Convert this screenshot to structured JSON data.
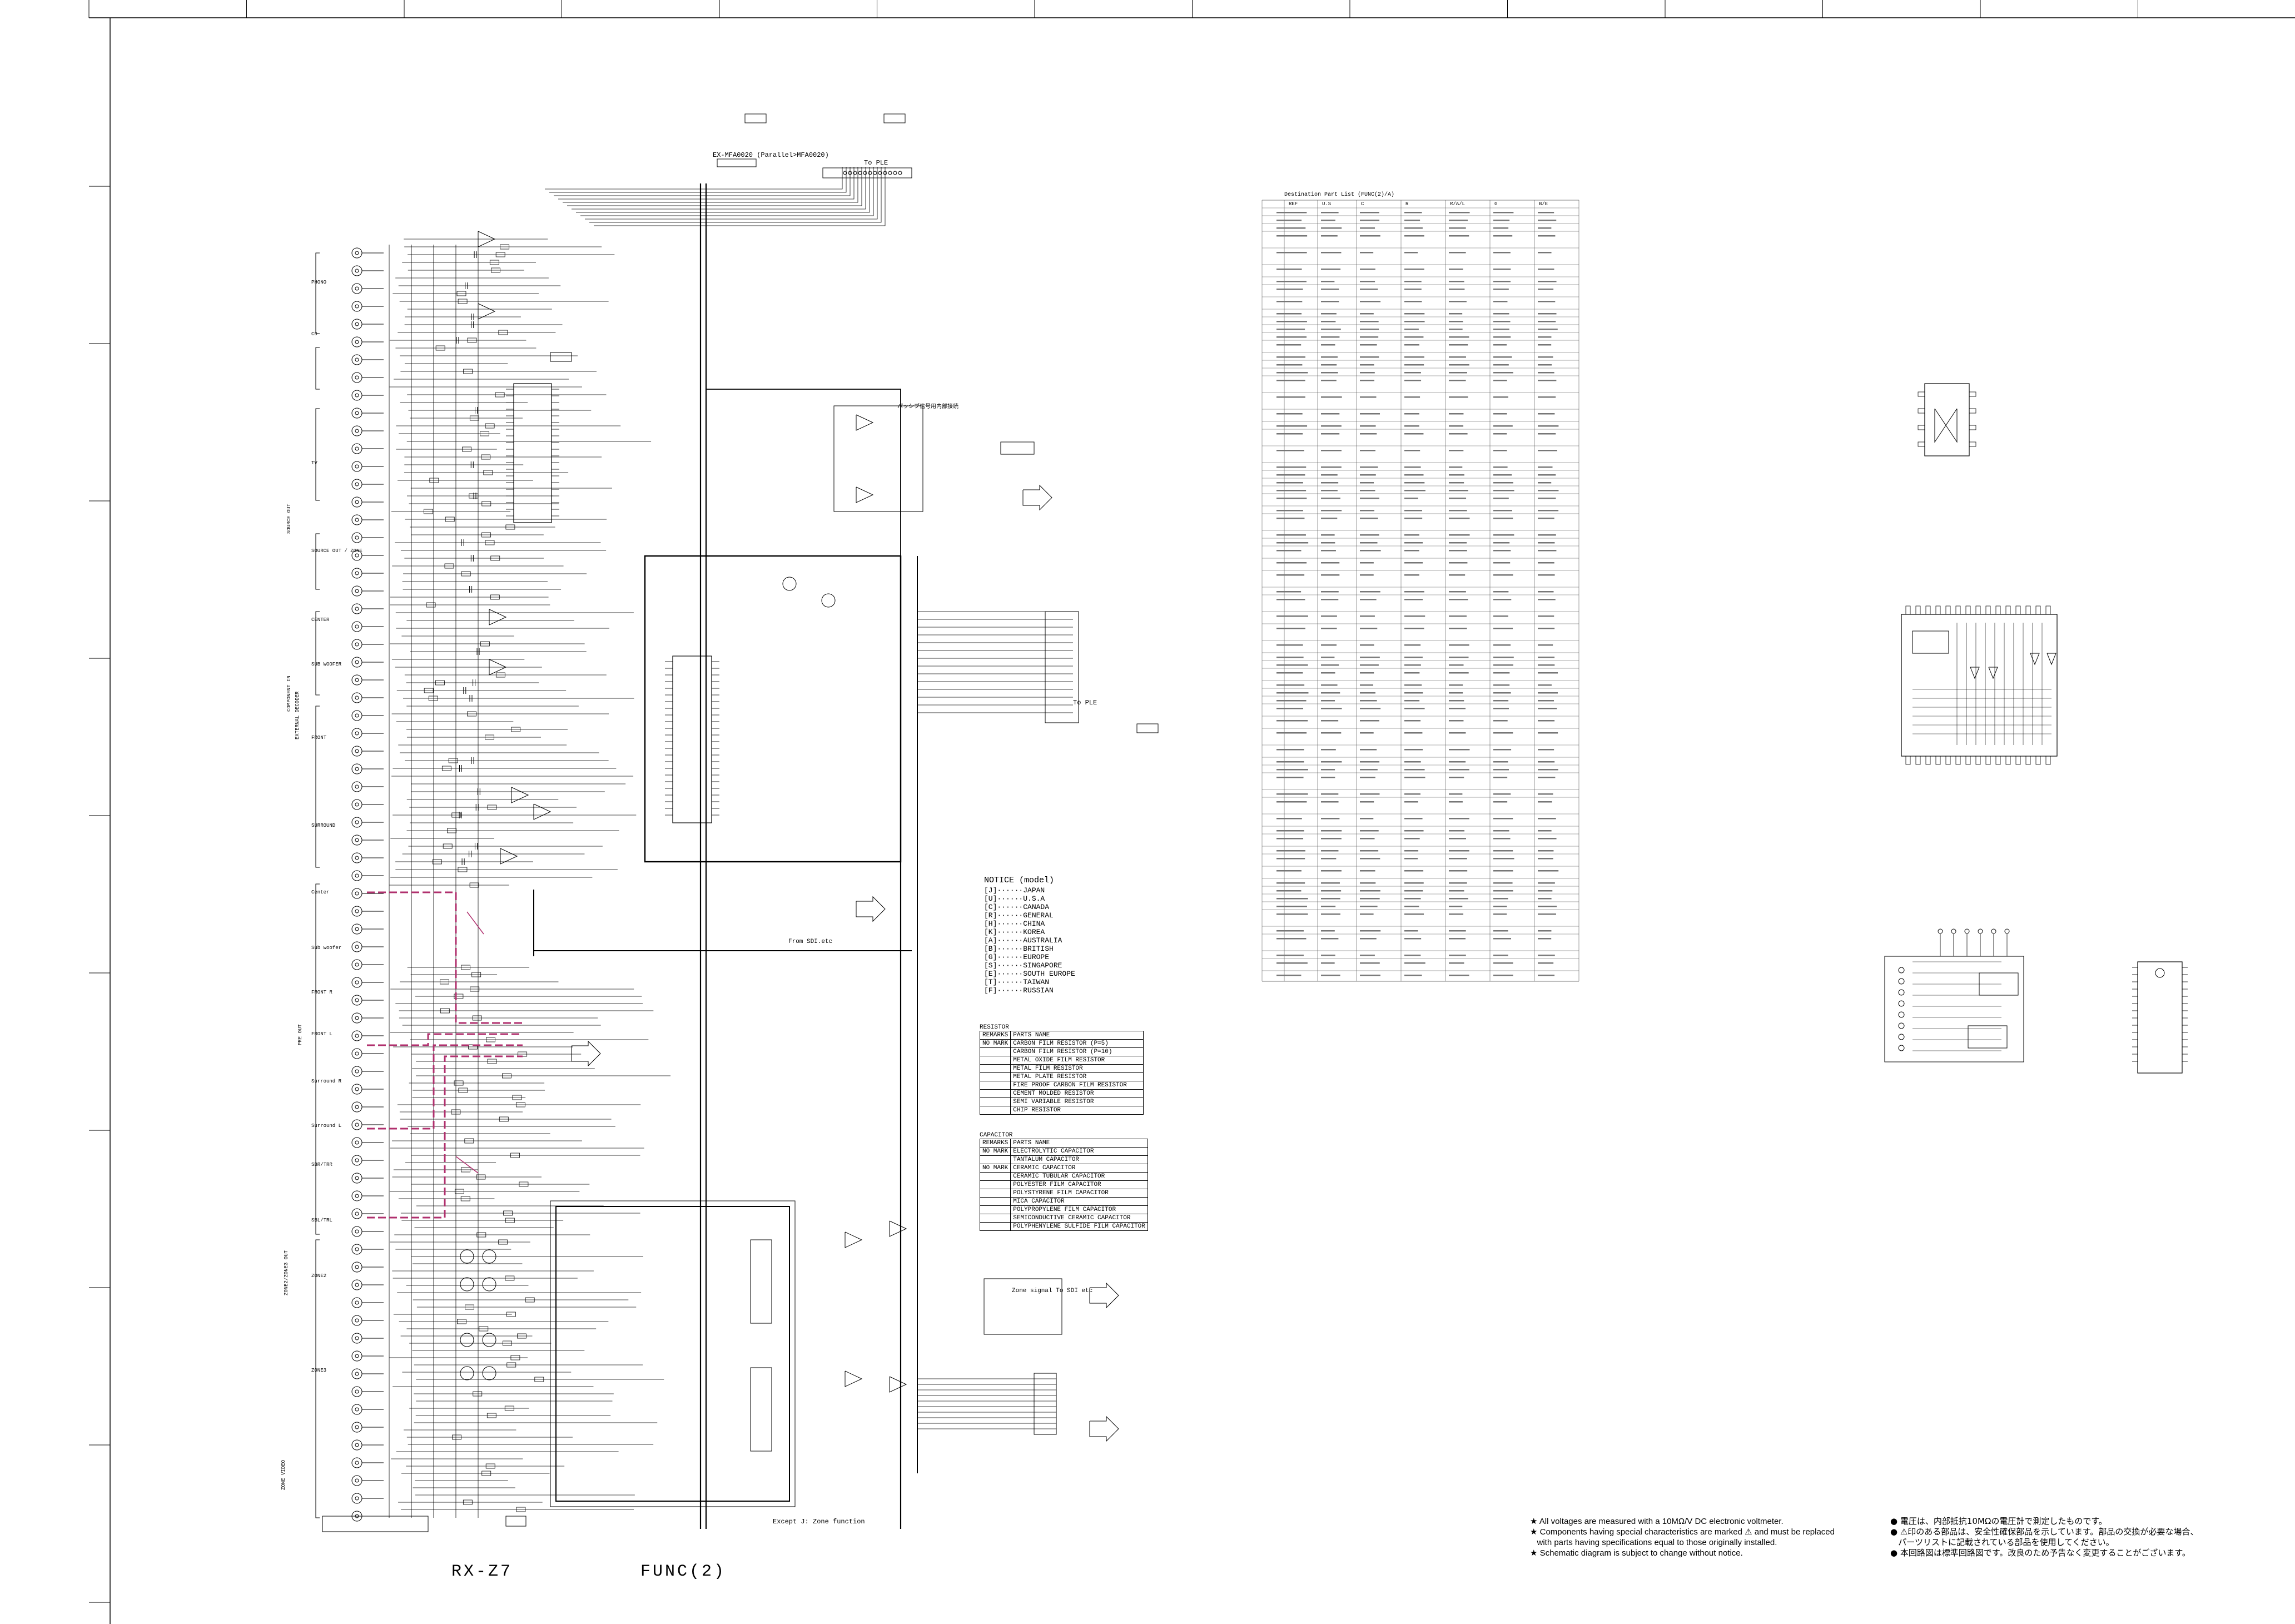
{
  "schematic": {
    "model_title": "RX-Z7",
    "sheet_title": "FUNC(2)",
    "header_connector": "EX-MFA0020 (Parallel>MFA0020)",
    "to_ic": "To PLE",
    "to_ic_right": "To PLE",
    "from_sd": "From SDI.etc",
    "zone_signal": "Zone signal To SDI etc",
    "except_note": "Except J: Zone function",
    "jp_note_box": "パッシブ信号用内部接続",
    "input_groups": {
      "vertical": [
        "COMPONENT IN",
        "SOURCE OUT",
        "EXTERNAL DECODER",
        "PRE OUT",
        "ZONE2/ZONE3 OUT",
        "ZONE VIDEO"
      ],
      "labels": [
        "PHONO",
        "CD",
        "TV",
        "SOURCE OUT / ZONE",
        "CENTER",
        "SUB WOOFER",
        "FRONT",
        "SURROUND",
        "Center",
        "Sub woofer",
        "FRONT R",
        "FRONT L",
        "Surround R",
        "Surround L",
        "SBR/TRR",
        "SBL/TRL",
        "ZONE2",
        "ZONE3"
      ]
    }
  },
  "notice": {
    "title": "NOTICE (model)",
    "items": [
      "[J]······JAPAN",
      "[U]······U.S.A",
      "[C]······CANADA",
      "[R]······GENERAL",
      "[H]······CHINA",
      "[K]······KOREA",
      "[A]······AUSTRALIA",
      "[B]······BRITISH",
      "[G]······EUROPE",
      "[S]······SINGAPORE",
      "[E]······SOUTH EUROPE",
      "[T]······TAIWAN",
      "[F]······RUSSIAN"
    ]
  },
  "resistor_legend": {
    "title": "RESISTOR",
    "headers": [
      "REMARKS",
      "PARTS NAME"
    ],
    "rows": [
      [
        "NO MARK",
        "CARBON FILM RESISTOR (P=5)"
      ],
      [
        "",
        "CARBON FILM RESISTOR (P=10)"
      ],
      [
        "",
        "METAL OXIDE FILM RESISTOR"
      ],
      [
        "",
        "METAL FILM RESISTOR"
      ],
      [
        "",
        "METAL PLATE RESISTOR"
      ],
      [
        "",
        "FIRE PROOF CARBON FILM RESISTOR"
      ],
      [
        "",
        "CEMENT MOLDED RESISTOR"
      ],
      [
        "",
        "SEMI VARIABLE RESISTOR"
      ],
      [
        "",
        "CHIP RESISTOR"
      ]
    ]
  },
  "capacitor_legend": {
    "title": "CAPACITOR",
    "headers": [
      "REMARKS",
      "PARTS NAME"
    ],
    "rows": [
      [
        "NO MARK",
        "ELECTROLYTIC CAPACITOR"
      ],
      [
        "",
        "TANTALUM CAPACITOR"
      ],
      [
        "NO MARK",
        "CERAMIC CAPACITOR"
      ],
      [
        "",
        "CERAMIC TUBULAR CAPACITOR"
      ],
      [
        "",
        "POLYESTER FILM CAPACITOR"
      ],
      [
        "",
        "POLYSTYRENE FILM CAPACITOR"
      ],
      [
        "",
        "MICA CAPACITOR"
      ],
      [
        "",
        "POLYPROPYLENE FILM CAPACITOR"
      ],
      [
        "",
        "SEMICONDUCTIVE CERAMIC CAPACITOR"
      ],
      [
        "",
        "POLYPHENYLENE SULFIDE FILM CAPACITOR"
      ]
    ]
  },
  "parts_table": {
    "title": "Destination Part List (FUNC(2)/A)",
    "headers": [
      "REF",
      "U.S",
      "C",
      "R",
      "R/A/L",
      "G",
      "B/E"
    ]
  },
  "footnotes_en": [
    "★ All voltages are measured with a 10MΩ/V DC electronic voltmeter.",
    "★ Components having special characteristics are marked ⚠ and must be replaced",
    "   with parts having specifications equal to those originally installed.",
    "★ Schematic diagram is subject to change without notice."
  ],
  "footnotes_jp": [
    "● 電圧は、内部抵抗10MΩの電圧計で測定したものです。",
    "● ⚠印のある部品は、安全性確保部品を示しています。部品の交換が必要な場合、",
    "   パーツリストに記載されている部品を使用してください。",
    "● 本回路図は標準回路図です。改良のため予告なく変更することがございます。"
  ],
  "colors": {
    "line": "#000000",
    "highlight": "#b0306e",
    "paper": "#ffffff",
    "grid": "#555555"
  }
}
